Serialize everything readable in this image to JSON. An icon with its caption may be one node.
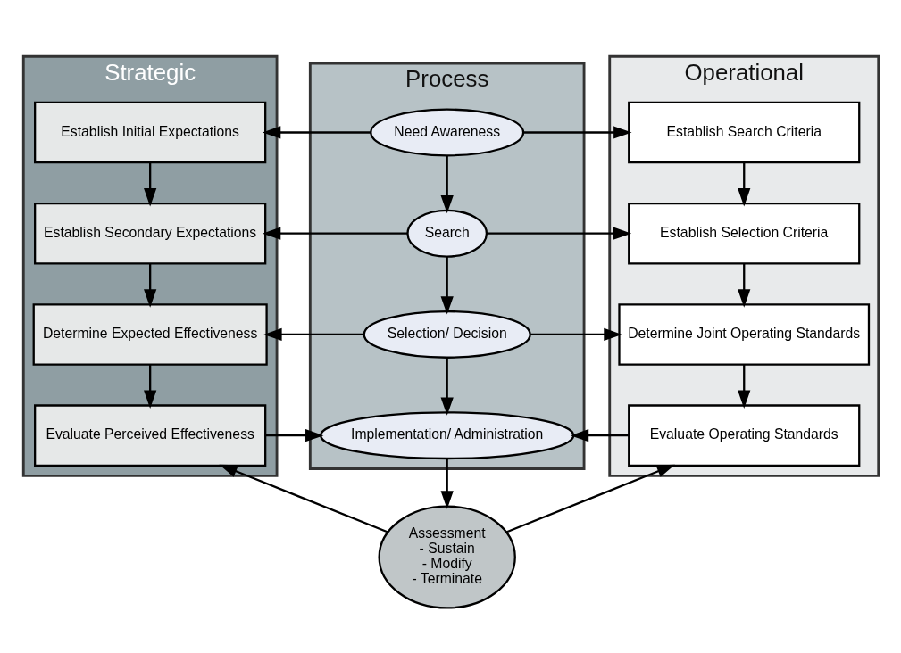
{
  "diagram": {
    "nodes": [
      {
        "text": [
          "Strategic"
        ]
      },
      {
        "text": [
          "Process"
        ]
      },
      {
        "text": [
          "Operational"
        ]
      },
      {
        "text": [
          "Establish Initial Expectations"
        ],
        "in": 0
      },
      {
        "text": [
          "Establish Secondary Expectations"
        ],
        "in": 0
      },
      {
        "text": [
          "Determine Expected Effectiveness"
        ],
        "in": 0
      },
      {
        "text": [
          "Evaluate Perceived Effectiveness"
        ],
        "in": 0
      },
      {
        "text": [
          "Need Awareness"
        ],
        "in": 1
      },
      {
        "text": [
          "Search"
        ],
        "in": 1
      },
      {
        "text": [
          "Selection/ Decision"
        ],
        "in": 1
      },
      {
        "text": [
          "Implementation/ Administration"
        ],
        "in": 1
      },
      {
        "text": [
          "Establish Search Criteria"
        ],
        "in": 2
      },
      {
        "text": [
          "Establish Selection Criteria"
        ],
        "in": 2
      },
      {
        "text": [
          "Determine Joint Operating Standards"
        ],
        "in": 2
      },
      {
        "text": [
          "Evaluate Operating Standards"
        ],
        "in": 2
      },
      {
        "text": [
          "Assessment",
          "- Sustain",
          "- Modify",
          "- Terminate"
        ]
      }
    ],
    "edges": [
      {
        "from": 7,
        "to": 3,
        "arrow": "to"
      },
      {
        "from": 7,
        "to": 11,
        "arrow": "to"
      },
      {
        "from": 7,
        "to": 8,
        "arrow": "to"
      },
      {
        "from": 3,
        "to": 4,
        "arrow": "to"
      },
      {
        "from": 11,
        "to": 12,
        "arrow": "to"
      },
      {
        "from": 8,
        "to": 4,
        "arrow": "to"
      },
      {
        "from": 8,
        "to": 12,
        "arrow": "to"
      },
      {
        "from": 8,
        "to": 9,
        "arrow": "to"
      },
      {
        "from": 4,
        "to": 5,
        "arrow": "to"
      },
      {
        "from": 12,
        "to": 13,
        "arrow": "to"
      },
      {
        "from": 9,
        "to": 5,
        "arrow": "to"
      },
      {
        "from": 9,
        "to": 13,
        "arrow": "to"
      },
      {
        "from": 9,
        "to": 10,
        "arrow": "to"
      },
      {
        "from": 5,
        "to": 6,
        "arrow": "to"
      },
      {
        "from": 13,
        "to": 14,
        "arrow": "to"
      },
      {
        "from": 6,
        "to": 10,
        "arrow": "to"
      },
      {
        "from": 14,
        "to": 10,
        "arrow": "to"
      },
      {
        "from": 10,
        "to": 15,
        "arrow": "to"
      },
      {
        "from": 15,
        "to": 6,
        "arrow": "to"
      },
      {
        "from": 15,
        "to": 14,
        "arrow": "to"
      }
    ]
  }
}
